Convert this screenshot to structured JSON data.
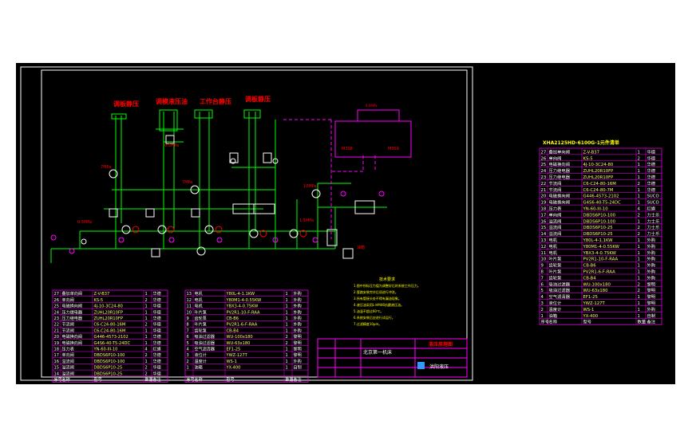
{
  "colors": {
    "background": "#ffffff",
    "workspace": "#000000",
    "frame": "#ffffff",
    "pipe": "#00ff00",
    "pilot": "#ff00ff",
    "title_red": "#ff0000",
    "table_line": "#ff00ff",
    "table_text": "#ffffff",
    "note": "#ffff00",
    "gauge": "#ffffff",
    "accent_blue": "#3399ff"
  },
  "section_titles": [
    "调板静压",
    "调模液压油",
    "工作台静压",
    "调板静压"
  ],
  "drawing_title": "液压原理图",
  "company": "北京第一机床",
  "company_short": "洪阳液压",
  "bom_title": "XHA2125HD-6100G-1元件清单",
  "tag_labels": {
    "pressure_low": "0.5MPa",
    "pressure_mid": "7MPa",
    "pressure_high": "10MPa",
    "pump_flow": "1.5MPa",
    "tank": "油箱"
  },
  "notes": [
    "技术要求",
    "1.图中所标压力值为调整好后的系统工作压力。",
    "2.管路安装完毕后须进行冲洗。",
    "3.所有管接头处不得有漏油现象。",
    "4.液压油采用L-HM46抗磨液压油。",
    "5.油温不超过60℃。",
    "6.系统安装后应进行试运行。",
    "7.过滤精度10μm。"
  ],
  "bottom_table_left": [
    {
      "no": "27",
      "name": "叠加单向阀",
      "model": "Z-V-B37",
      "qty": "1",
      "src": "华德"
    },
    {
      "no": "26",
      "name": "单向阀",
      "model": "KS-5",
      "qty": "2",
      "src": "华德"
    },
    {
      "no": "25",
      "name": "电磁换向阀",
      "model": "4J-10-3C24-80",
      "qty": "1",
      "src": "华德"
    },
    {
      "no": "24",
      "name": "压力继电器",
      "model": "ZUHL20R10FP",
      "qty": "1",
      "src": "华德"
    },
    {
      "no": "23",
      "name": "压力继电器",
      "model": "ZUHL20R10FP",
      "qty": "1",
      "src": "华德"
    },
    {
      "no": "22",
      "name": "节流阀",
      "model": "C6-C24-80-16M",
      "qty": "2",
      "src": "华德"
    },
    {
      "no": "21",
      "name": "节流阀",
      "model": "C6-C24-80-16M",
      "qty": "1",
      "src": "华德"
    },
    {
      "no": "20",
      "name": "电磁换向阀",
      "model": "G446-4573-2102",
      "qty": "1",
      "src": "华德"
    },
    {
      "no": "19",
      "name": "电磁换向阀",
      "model": "G4S6-40-T5-24DC",
      "qty": "1",
      "src": "华德"
    },
    {
      "no": "18",
      "name": "压力表",
      "model": "YN-60-III-10",
      "qty": "4",
      "src": "红旗"
    },
    {
      "no": "17",
      "name": "单向阀",
      "model": "DBDS6P10-100",
      "qty": "2",
      "src": "华德"
    },
    {
      "no": "16",
      "name": "溢流阀",
      "model": "DBDS6P10-100",
      "qty": "1",
      "src": "华德"
    },
    {
      "no": "15",
      "name": "溢流阀",
      "model": "DBDS6P10-25",
      "qty": "2",
      "src": "华德"
    },
    {
      "no": "14",
      "name": "溢流阀",
      "model": "DBDS6P10-25",
      "qty": "2",
      "src": "华德"
    }
  ],
  "bottom_table_right": [
    {
      "no": "13",
      "name": "电机",
      "model": "Y80L-4-1.1KW",
      "qty": "1",
      "src": "外购"
    },
    {
      "no": "12",
      "name": "电机",
      "model": "Y80M1-4-0.55KW",
      "qty": "1",
      "src": "外购"
    },
    {
      "no": "11",
      "name": "电机",
      "model": "YBX3-4-0.75KW",
      "qty": "1",
      "src": "外购"
    },
    {
      "no": "10",
      "name": "叶片泵",
      "model": "PV2R1-10-F-RAA",
      "qty": "1",
      "src": "外购"
    },
    {
      "no": "9",
      "name": "齿轮泵",
      "model": "CB-B6",
      "qty": "1",
      "src": "外购"
    },
    {
      "no": "8",
      "name": "叶片泵",
      "model": "PV2R1-6-F-RAA",
      "qty": "1",
      "src": "外购"
    },
    {
      "no": "7",
      "name": "齿轮泵",
      "model": "CB-B4",
      "qty": "1",
      "src": "外购"
    },
    {
      "no": "6",
      "name": "吸油过滤器",
      "model": "WU-100x180",
      "qty": "2",
      "src": "黎明"
    },
    {
      "no": "5",
      "name": "吸油过滤器",
      "model": "WU-63x180",
      "qty": "2",
      "src": "黎明"
    },
    {
      "no": "4",
      "name": "空气滤清器",
      "model": "EF1-25",
      "qty": "1",
      "src": "黎明"
    },
    {
      "no": "3",
      "name": "液位计",
      "model": "YWZ-127T",
      "qty": "1",
      "src": "黎明"
    },
    {
      "no": "2",
      "name": "温度计",
      "model": "WS-1",
      "qty": "1",
      "src": "外购"
    },
    {
      "no": "1",
      "name": "油箱",
      "model": "YX-400",
      "qty": "1",
      "src": "自制"
    }
  ],
  "side_table": [
    {
      "no": "27",
      "name": "叠加单向阀",
      "model": "Z-V-B37",
      "qty": "1",
      "src": "华德"
    },
    {
      "no": "26",
      "name": "单向阀",
      "model": "KS-5",
      "qty": "2",
      "src": "华德"
    },
    {
      "no": "25",
      "name": "电磁换向阀",
      "model": "4J-10-3C24-80",
      "qty": "1",
      "src": "华德"
    },
    {
      "no": "24",
      "name": "压力继电器",
      "model": "ZUHL20R10FP",
      "qty": "1",
      "src": "华德"
    },
    {
      "no": "23",
      "name": "压力继电器",
      "model": "ZUHL20R10FP",
      "qty": "1",
      "src": "华德"
    },
    {
      "no": "22",
      "name": "节流阀",
      "model": "C6-C24-80-16M",
      "qty": "2",
      "src": "华德"
    },
    {
      "no": "21",
      "name": "节流阀",
      "model": "C6-C24-80-7M",
      "qty": "1",
      "src": "华德"
    },
    {
      "no": "20",
      "name": "电磁换向阀",
      "model": "G446-4573-2102",
      "qty": "1",
      "src": "SUCO"
    },
    {
      "no": "19",
      "name": "电磁换向阀",
      "model": "G4S6-40-T5-24DC",
      "qty": "1",
      "src": "SUCO"
    },
    {
      "no": "18",
      "name": "压力表",
      "model": "YN-60-III-10",
      "qty": "4",
      "src": "红旗"
    },
    {
      "no": "17",
      "name": "单向阀",
      "model": "DBDS6P10-100",
      "qty": "2",
      "src": "力士乐"
    },
    {
      "no": "16",
      "name": "溢流阀",
      "model": "DBDS6P10-100",
      "qty": "1",
      "src": "力士乐"
    },
    {
      "no": "15",
      "name": "溢流阀",
      "model": "DBDS6P10-25",
      "qty": "2",
      "src": "力士乐"
    },
    {
      "no": "14",
      "name": "溢流阀",
      "model": "DBDS6P10-25",
      "qty": "2",
      "src": "力士乐"
    },
    {
      "no": "13",
      "name": "电机",
      "model": "Y80L-4-1.1KW",
      "qty": "1",
      "src": "外购"
    },
    {
      "no": "12",
      "name": "电机",
      "model": "Y80M1-4-0.55KW",
      "qty": "1",
      "src": "外购"
    },
    {
      "no": "11",
      "name": "电机",
      "model": "YBX3-4-0.75KW",
      "qty": "1",
      "src": "外购"
    },
    {
      "no": "10",
      "name": "叶片泵",
      "model": "PV2R1-10-F-RAA",
      "qty": "1",
      "src": "外购"
    },
    {
      "no": "9",
      "name": "齿轮泵",
      "model": "CB-B6",
      "qty": "1",
      "src": "外购"
    },
    {
      "no": "8",
      "name": "叶片泵",
      "model": "PV2R1-6-F-RAA",
      "qty": "1",
      "src": "外购"
    },
    {
      "no": "7",
      "name": "齿轮泵",
      "model": "CB-B4",
      "qty": "1",
      "src": "外购"
    },
    {
      "no": "6",
      "name": "吸油过滤器",
      "model": "WU-100x180",
      "qty": "2",
      "src": "黎明"
    },
    {
      "no": "5",
      "name": "吸油过滤器",
      "model": "WU-63x180",
      "qty": "2",
      "src": "黎明"
    },
    {
      "no": "4",
      "name": "空气滤清器",
      "model": "EF1-25",
      "qty": "1",
      "src": "黎明"
    },
    {
      "no": "3",
      "name": "液位计",
      "model": "YWZ-127T",
      "qty": "1",
      "src": "黎明"
    },
    {
      "no": "2",
      "name": "温度计",
      "model": "WS-1",
      "qty": "1",
      "src": "外购"
    },
    {
      "no": "1",
      "name": "油箱",
      "model": "YX-400",
      "qty": "1",
      "src": "自制"
    }
  ],
  "table_headers": {
    "no": "序号",
    "name": "名称",
    "model": "型号",
    "qty": "数量",
    "src": "备注"
  }
}
